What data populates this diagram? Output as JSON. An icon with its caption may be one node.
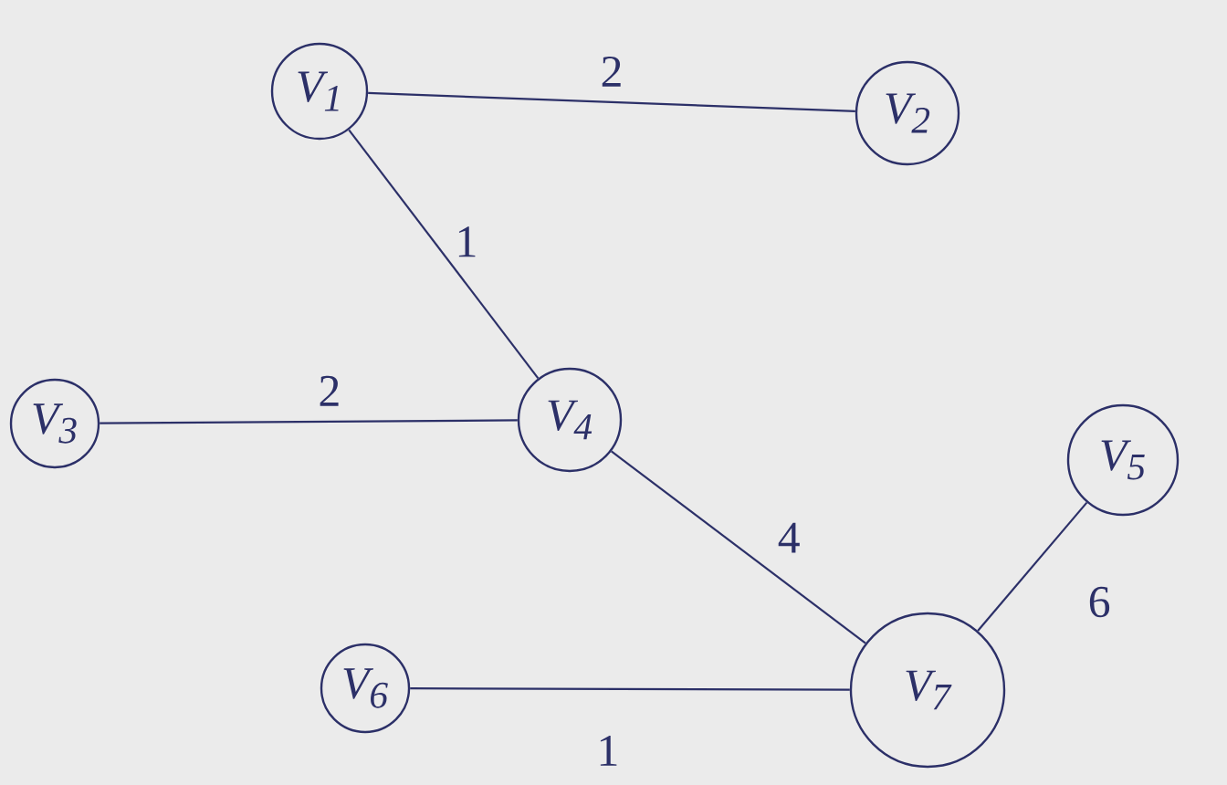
{
  "diagram": {
    "nodes": [
      {
        "text": [
          "V$_{1}$"
        ]
      },
      {
        "text": [
          "V$_{2}$"
        ]
      },
      {
        "text": [
          "V$_{3}$"
        ]
      },
      {
        "text": [
          "V$_{4}$"
        ]
      },
      {
        "text": [
          "V$_{5}$"
        ]
      },
      {
        "text": [
          "V$_{6}$"
        ]
      },
      {
        "text": [
          "V$_{7}$"
        ]
      }
    ],
    "edges": [
      {
        "from": 0,
        "to": 1,
        "arrow": "none",
        "label": "2"
      },
      {
        "from": 0,
        "to": 3,
        "arrow": "none",
        "label": "1"
      },
      {
        "from": 2,
        "to": 3,
        "arrow": "none",
        "label": "2"
      },
      {
        "from": 3,
        "to": 6,
        "arrow": "none",
        "label": "4"
      },
      {
        "from": 4,
        "to": 6,
        "arrow": "none",
        "label": "6"
      },
      {
        "from": 5,
        "to": 6,
        "arrow": "none",
        "label": "1"
      }
    ]
  }
}
